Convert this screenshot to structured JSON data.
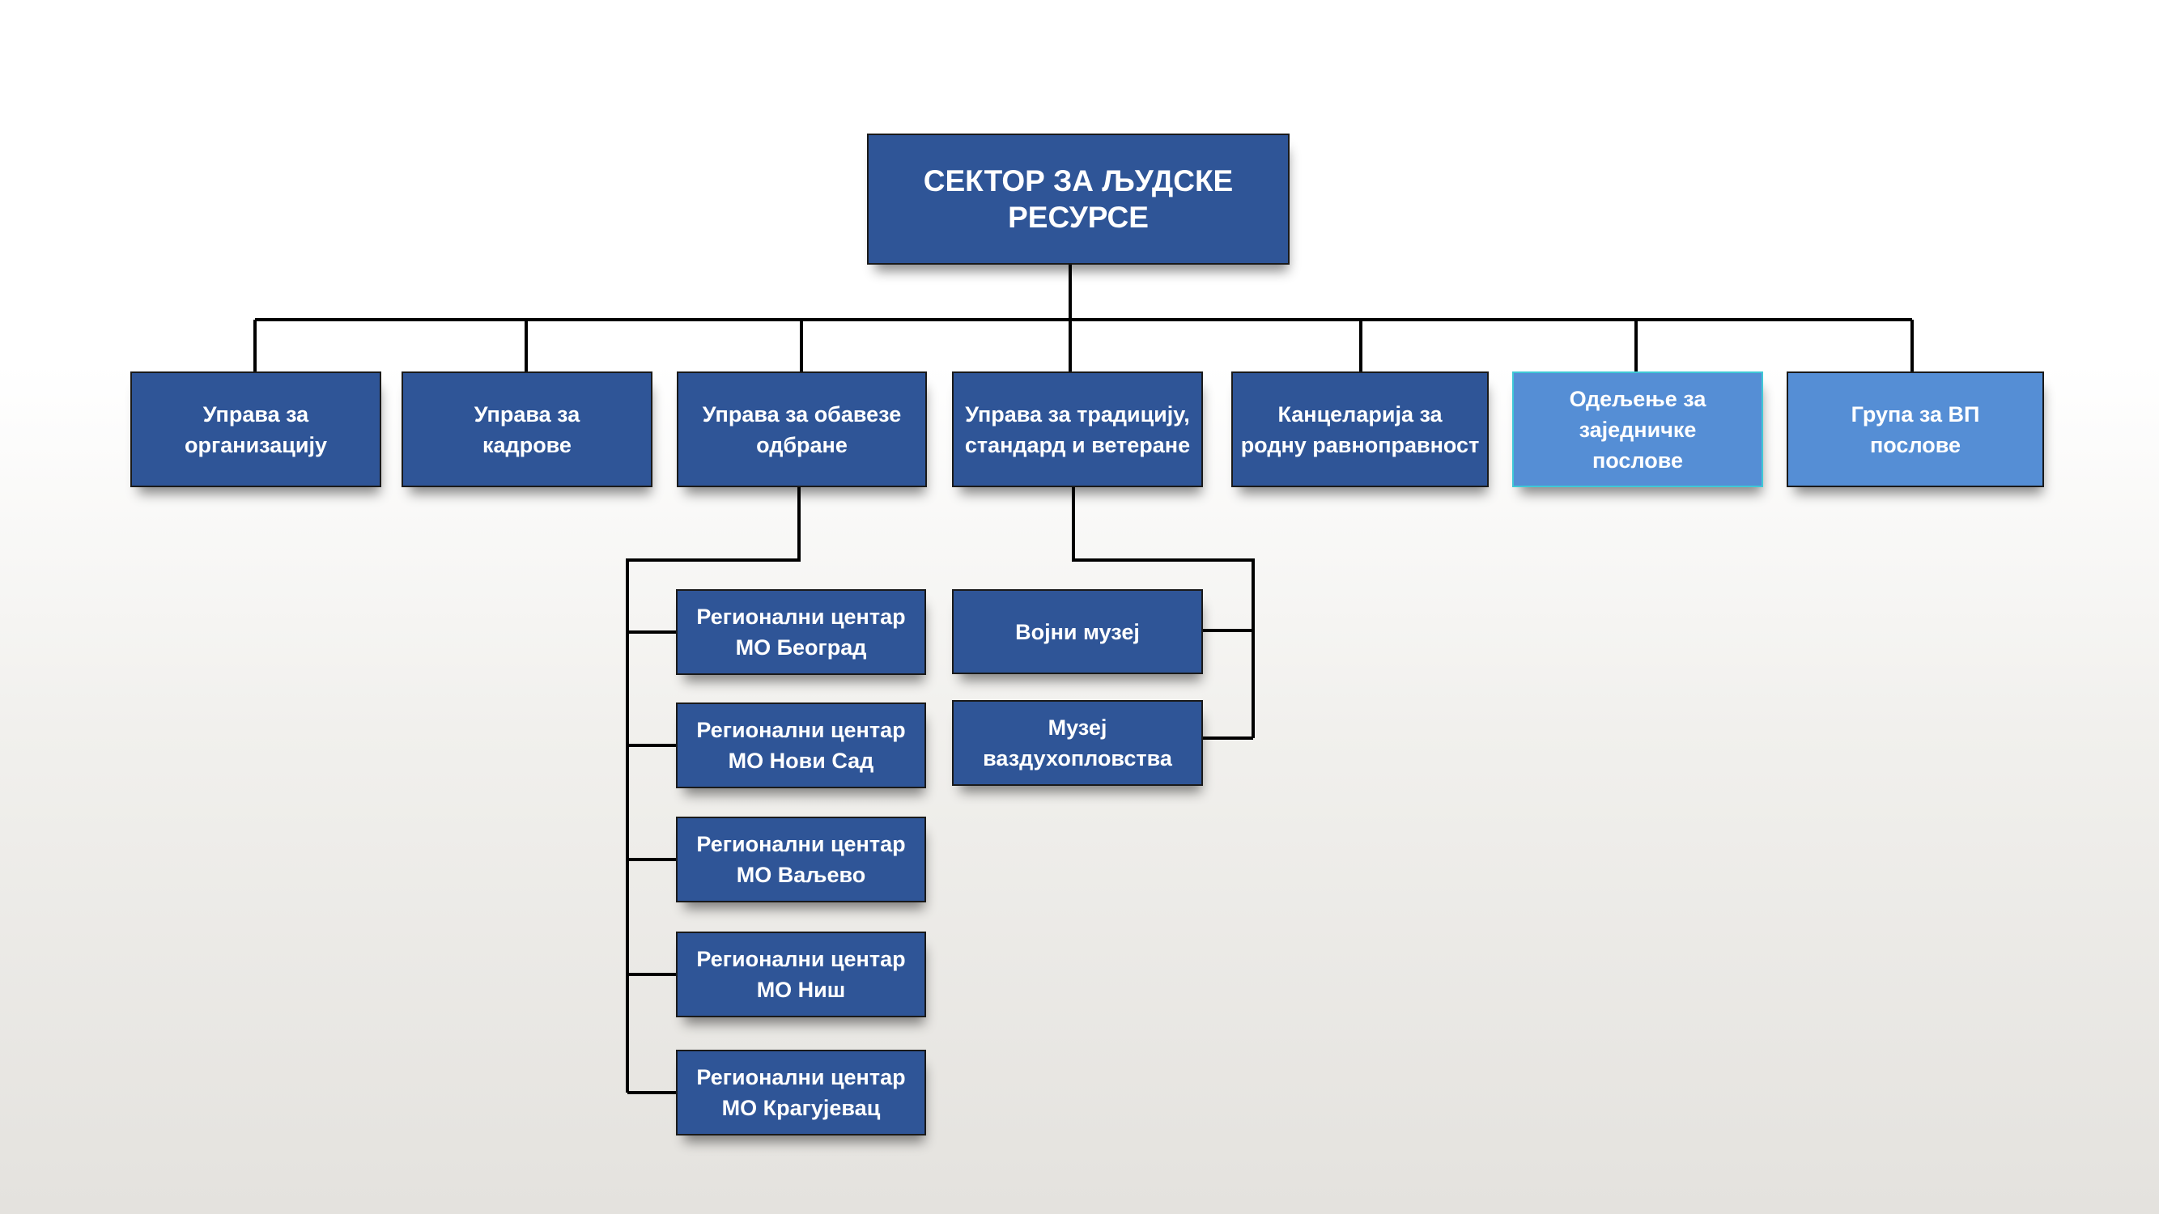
{
  "root": {
    "label": "СЕКТОР ЗА ЉУДСКЕ\nРЕСУРСЕ"
  },
  "units": [
    {
      "label": "Управа за\nорганизацију"
    },
    {
      "label": "Управа за\nкадрове"
    },
    {
      "label": "Управа за обавезе\nодбране"
    },
    {
      "label": "Управа за традицију,\nстандард и ветеране"
    },
    {
      "label": "Канцеларија за\nродну равноправност"
    },
    {
      "label": "Одељење за\nзаједничке\nпослове"
    },
    {
      "label": "Група за ВП\nпослове"
    }
  ],
  "regional_centers": [
    {
      "label": "Регионални центар\nМО Београд"
    },
    {
      "label": "Регионални центар\nМО Нови Сад"
    },
    {
      "label": "Регионални центар\nМО Ваљево"
    },
    {
      "label": "Регионални центар\nМО Ниш"
    },
    {
      "label": "Регионални центар\nМО Крагујевац"
    }
  ],
  "museums": [
    {
      "label": "Војни музеј"
    },
    {
      "label": "Музеј\nваздухопловства"
    }
  ],
  "colors": {
    "box_dark": "#2f5597",
    "box_light": "#558ed5",
    "line": "#000000"
  }
}
